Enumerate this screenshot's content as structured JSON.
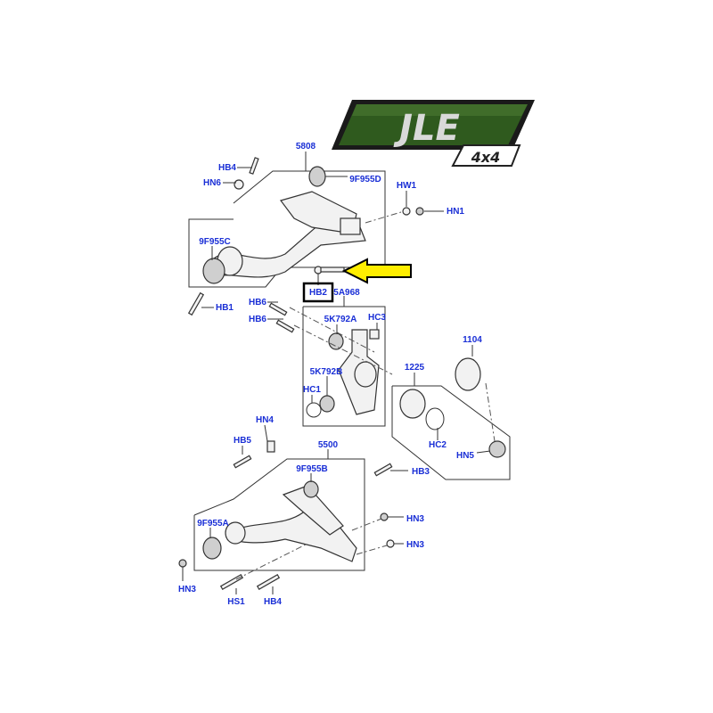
{
  "logo": {
    "brand": "JLE",
    "sub": "4x4",
    "colors": {
      "green": "#2f5a1e",
      "dark": "#1a1a1a",
      "silver": "#c8c8c8"
    }
  },
  "highlight": {
    "arrow_color": "#ffee00",
    "highlighted_part": "HB2"
  },
  "label_color": "#1a2fd6",
  "labels": {
    "upper_arm": "5808",
    "hb4_top": "HB4",
    "hn6": "HN6",
    "bush_9f955d": "9F955D",
    "hw1": "HW1",
    "hn1": "HN1",
    "bush_9f955c": "9F955C",
    "hb2": "HB2",
    "knuckle": "5A968",
    "hb1": "HB1",
    "hb6_a": "HB6",
    "hb6_b": "HB6",
    "bush_5k792a": "5K792A",
    "hc3": "HC3",
    "hub": "1104",
    "bush_5k792b": "5K792B",
    "bearing": "1225",
    "hc1": "HC1",
    "hn4": "HN4",
    "hb5": "HB5",
    "lower_arm": "5500",
    "hc2": "HC2",
    "hn5": "HN5",
    "bush_9f955b": "9F955B",
    "hb3": "HB3",
    "hn3_a": "HN3",
    "bush_9f955a": "9F955A",
    "hn3_b": "HN3",
    "hn3_c": "HN3",
    "hs1": "HS1",
    "hb4_bottom": "HB4"
  }
}
